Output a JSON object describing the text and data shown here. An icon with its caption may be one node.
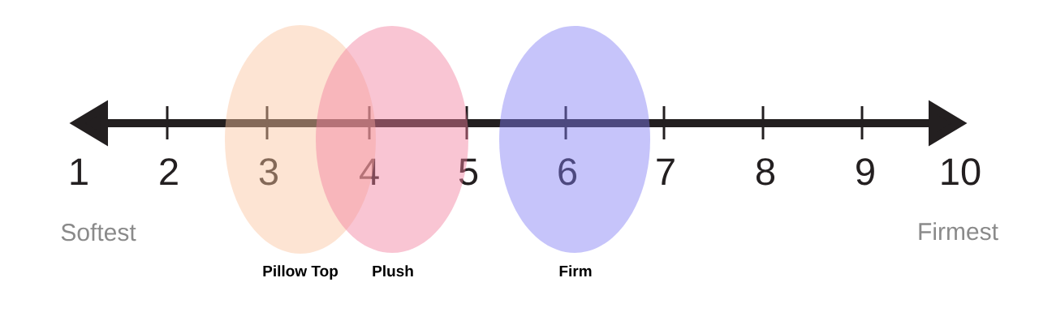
{
  "diagram": {
    "nodes": [
      {
        "text": [
          "Pillow Top"
        ]
      },
      {
        "text": [
          "Plush"
        ]
      },
      {
        "text": [
          "Firm"
        ]
      }
    ],
    "labels": [
      "1",
      "2",
      "3",
      "4",
      "5",
      "6",
      "7",
      "8",
      "9",
      "10",
      "Softest",
      "Firmest"
    ]
  }
}
